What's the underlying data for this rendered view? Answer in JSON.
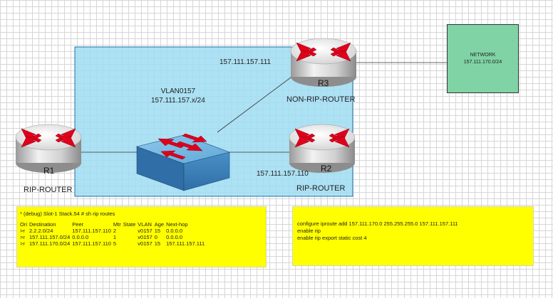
{
  "vlan": {
    "name": "VLAN0157",
    "subnet": "157.111.157.x/24"
  },
  "routers": [
    {
      "id": "R1",
      "role": "RIP-ROUTER"
    },
    {
      "id": "R2",
      "role": "RIP-ROUTER",
      "ip": "157.111.157.110"
    },
    {
      "id": "R3",
      "role": "NON-RIP-ROUTER",
      "ip": "157.111.157.111"
    }
  ],
  "network": {
    "title": "NETWORK",
    "subnet": "157.111.170.0/24"
  },
  "debug": {
    "prompt": "* (debug) Slot-1 Stack.54 # sh rip routes",
    "headers": [
      "Ori",
      "Destination",
      "Peer",
      "Mtr",
      "State",
      "VLAN",
      "Age",
      "Next-hop"
    ],
    "rows": [
      [
        ">r",
        "2.2.2.0/24",
        "157.111.157.110",
        "2",
        "",
        "v0157",
        "15",
        "0.0.0.0"
      ],
      [
        ">r",
        "157.111.157.0/24",
        "0.0.0.0",
        "1",
        "",
        "v0157",
        "0",
        "0.0.0.0"
      ],
      [
        ">r",
        "157.111.170.0/24",
        "157.111.157.110",
        "5",
        "",
        "v0157",
        "15",
        "157.111.157.111"
      ]
    ]
  },
  "config": {
    "lines": [
      "configure iproute add 157.111.170.0 255.255.255.0 157.111.157.111",
      "enable rip",
      "enable rip export static cost 4"
    ]
  },
  "colors": {
    "vlan_fill": "#9fdcf2",
    "router_body": "#e8e8e8",
    "switch_body": "#5fa8d8",
    "arrow_red": "#e0001b",
    "network_fill": "#7fd3a4",
    "note_fill": "#ffff00"
  }
}
